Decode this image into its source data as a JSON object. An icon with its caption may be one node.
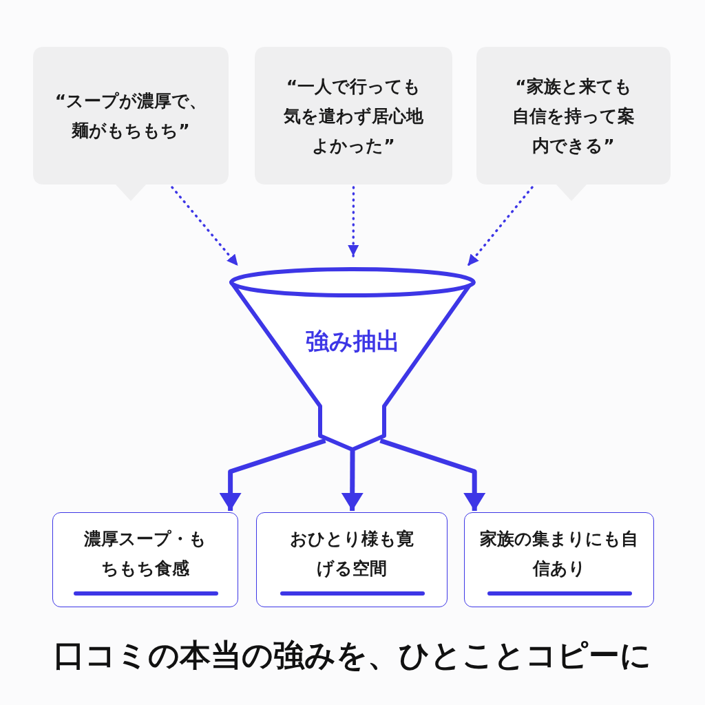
{
  "diagram": {
    "caption": "口コミの本当の強みを、ひとことコピーに",
    "nodes": [
      {
        "text": [
          "“スープが濃厚で、麺がもちもち”"
        ]
      },
      {
        "text": [
          "“一人で行っても気を遣わず居心地よかった”"
        ]
      },
      {
        "text": [
          "“家族と来ても自信を持って案内できる”"
        ]
      },
      {
        "text": [
          "強み抽出"
        ]
      },
      {
        "text": [
          "濃厚スープ・もちもち食感"
        ]
      },
      {
        "text": [
          "おひとり様も寛げる空間"
        ]
      },
      {
        "text": [
          "家族の集まりにも自信あり"
        ]
      }
    ],
    "edges": [
      {
        "from": 0,
        "to": 3,
        "arrow": "to",
        "style": "dashed"
      },
      {
        "from": 1,
        "to": 3,
        "arrow": "to",
        "style": "dashed"
      },
      {
        "from": 2,
        "to": 3,
        "arrow": "to",
        "style": "dashed"
      },
      {
        "from": 3,
        "to": 4,
        "arrow": "to",
        "style": "thick"
      },
      {
        "from": 3,
        "to": 5,
        "arrow": "to",
        "style": "thick"
      },
      {
        "from": 3,
        "to": 6,
        "arrow": "to",
        "style": "thick"
      }
    ]
  }
}
